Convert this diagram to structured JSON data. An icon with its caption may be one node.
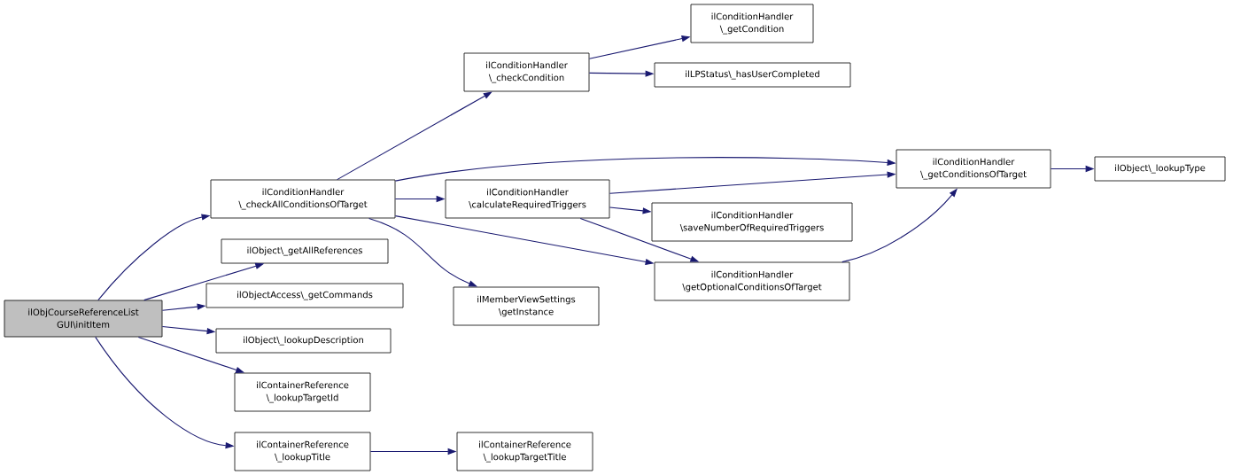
{
  "diagram": {
    "nodes": [
      {
        "text": [
          "ilObjCourseReferenceList GUI\\initItem"
        ]
      },
      {
        "text": [
          "ilConditionHandler \\_checkAllConditionsOfTarget"
        ]
      },
      {
        "text": [
          "ilConditionHandler \\_checkCondition"
        ]
      },
      {
        "text": [
          "ilConditionHandler \\_getCondition"
        ]
      },
      {
        "text": [
          "ilLPStatus\\_hasUserCompleted"
        ]
      },
      {
        "text": [
          "ilConditionHandler \\_getConditionsOfTarget"
        ]
      },
      {
        "text": [
          "ilObject\\_lookupType"
        ]
      },
      {
        "text": [
          "ilConditionHandler \\calculateRequiredTriggers"
        ]
      },
      {
        "text": [
          "ilConditionHandler \\saveNumberOfRequiredTriggers"
        ]
      },
      {
        "text": [
          "ilConditionHandler \\getOptionalConditionsOfTarget"
        ]
      },
      {
        "text": [
          "ilMemberViewSettings \\getInstance"
        ]
      },
      {
        "text": [
          "ilObject\\_getAllReferences"
        ]
      },
      {
        "text": [
          "ilObjectAccess\\_getCommands"
        ]
      },
      {
        "text": [
          "ilObject\\_lookupDescription"
        ]
      },
      {
        "text": [
          "ilContainerReference \\_lookupTargetId"
        ]
      },
      {
        "text": [
          "ilContainerReference \\_lookupTitle"
        ]
      },
      {
        "text": [
          "ilContainerReference \\_lookupTargetTitle"
        ]
      }
    ],
    "edges": [
      {
        "from": 0,
        "to": 1,
        "arrow": "to"
      },
      {
        "from": 0,
        "to": 11,
        "arrow": "to"
      },
      {
        "from": 0,
        "to": 12,
        "arrow": "to"
      },
      {
        "from": 0,
        "to": 13,
        "arrow": "to"
      },
      {
        "from": 0,
        "to": 14,
        "arrow": "to"
      },
      {
        "from": 0,
        "to": 15,
        "arrow": "to"
      },
      {
        "from": 1,
        "to": 2,
        "arrow": "to"
      },
      {
        "from": 2,
        "to": 3,
        "arrow": "to"
      },
      {
        "from": 2,
        "to": 4,
        "arrow": "to"
      },
      {
        "from": 1,
        "to": 5,
        "arrow": "to"
      },
      {
        "from": 1,
        "to": 7,
        "arrow": "to"
      },
      {
        "from": 1,
        "to": 9,
        "arrow": "to"
      },
      {
        "from": 1,
        "to": 10,
        "arrow": "to"
      },
      {
        "from": 7,
        "to": 5,
        "arrow": "to"
      },
      {
        "from": 7,
        "to": 8,
        "arrow": "to"
      },
      {
        "from": 7,
        "to": 9,
        "arrow": "to"
      },
      {
        "from": 9,
        "to": 5,
        "arrow": "to"
      },
      {
        "from": 5,
        "to": 6,
        "arrow": "to"
      },
      {
        "from": 15,
        "to": 16,
        "arrow": "to"
      }
    ]
  }
}
